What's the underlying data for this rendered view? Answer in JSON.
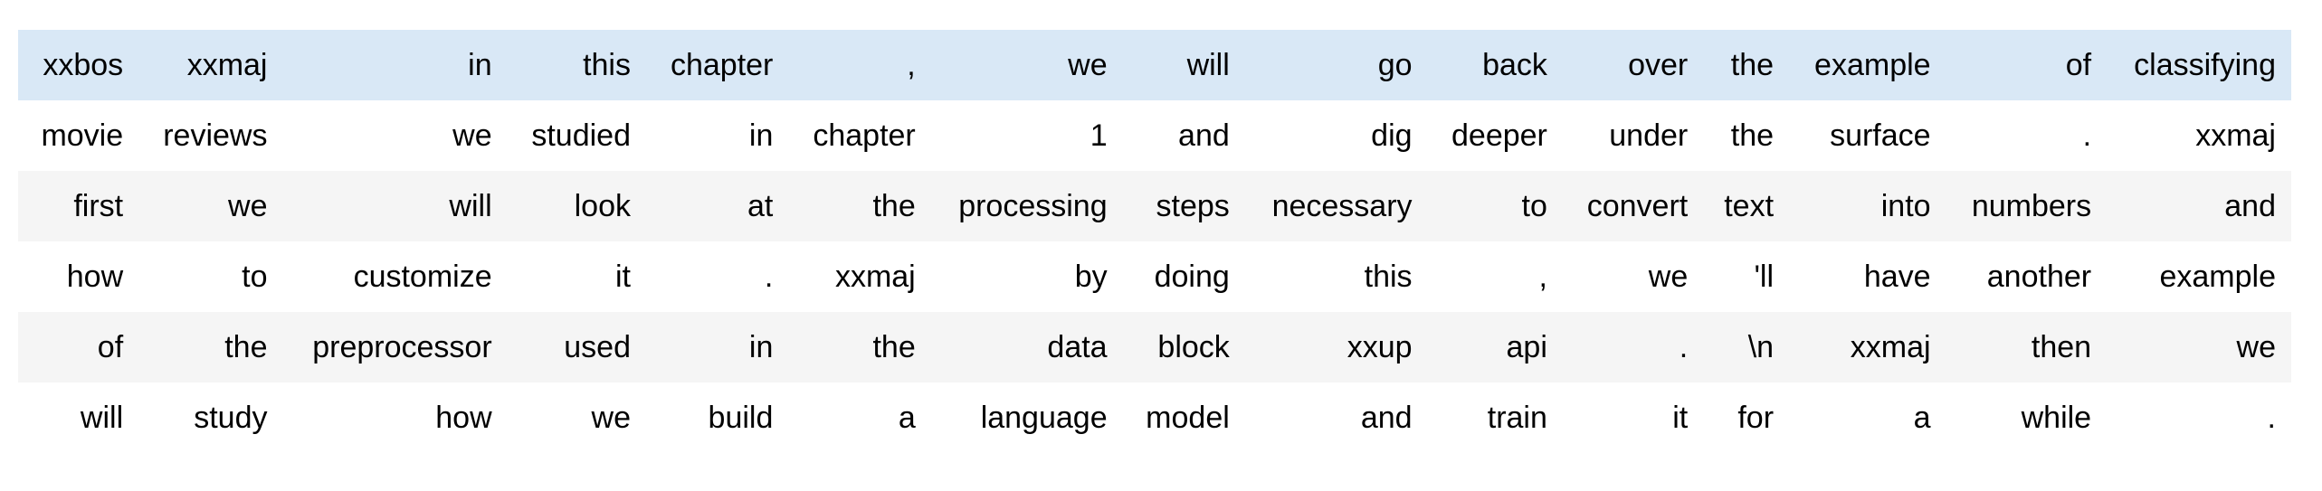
{
  "token_table": {
    "row_count": 6,
    "column_count": 15,
    "highlighted_row_index": 0,
    "colors": {
      "highlight_row_bg": "#d9e8f6",
      "stripe_row_bg": "#f5f5f5",
      "default_row_bg": "#ffffff",
      "text": "#000000",
      "page_bg": "#ffffff"
    },
    "rows": [
      {
        "tokens": [
          "xxbos",
          "xxmaj",
          "in",
          "this",
          "chapter",
          ",",
          "we",
          "will",
          "go",
          "back",
          "over",
          "the",
          "example",
          "of",
          "classifying"
        ]
      },
      {
        "tokens": [
          "movie",
          "reviews",
          "we",
          "studied",
          "in",
          "chapter",
          "1",
          "and",
          "dig",
          "deeper",
          "under",
          "the",
          "surface",
          ".",
          "xxmaj"
        ]
      },
      {
        "tokens": [
          "first",
          "we",
          "will",
          "look",
          "at",
          "the",
          "processing",
          "steps",
          "necessary",
          "to",
          "convert",
          "text",
          "into",
          "numbers",
          "and"
        ]
      },
      {
        "tokens": [
          "how",
          "to",
          "customize",
          "it",
          ".",
          "xxmaj",
          "by",
          "doing",
          "this",
          ",",
          "we",
          "'ll",
          "have",
          "another",
          "example"
        ]
      },
      {
        "tokens": [
          "of",
          "the",
          "preprocessor",
          "used",
          "in",
          "the",
          "data",
          "block",
          "xxup",
          "api",
          ".",
          "\\n",
          "xxmaj",
          "then",
          "we"
        ]
      },
      {
        "tokens": [
          "will",
          "study",
          "how",
          "we",
          "build",
          "a",
          "language",
          "model",
          "and",
          "train",
          "it",
          "for",
          "a",
          "while",
          "."
        ]
      }
    ]
  }
}
